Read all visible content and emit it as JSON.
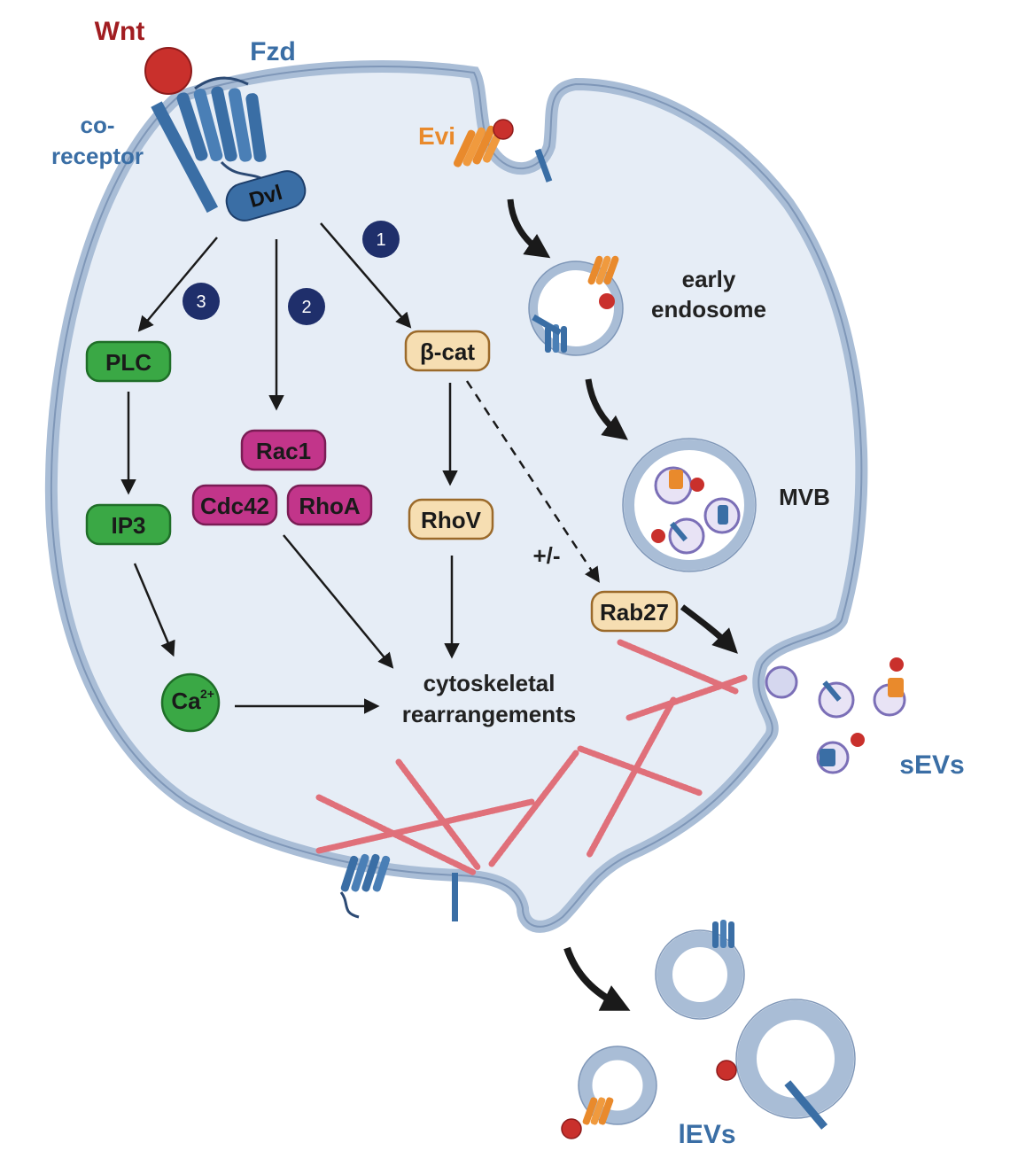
{
  "labels": {
    "wnt": "Wnt",
    "fzd": "Fzd",
    "coreceptor_line1": "co-",
    "coreceptor_line2": "receptor",
    "dvl": "Dvl",
    "evi": "Evi",
    "early_endosome_line1": "early",
    "early_endosome_line2": "endosome",
    "mvb": "MVB",
    "sevs": "sEVs",
    "levs": "lEVs",
    "plus_minus": "+/-",
    "cyto_line1": "cytoskeletal",
    "cyto_line2": "rearrangements"
  },
  "pathway_badges": [
    "1",
    "2",
    "3"
  ],
  "nodes": {
    "plc": "PLC",
    "ip3": "IP3",
    "ca_base": "Ca",
    "ca_sup": "2+",
    "rac1": "Rac1",
    "cdc42": "Cdc42",
    "rhoa": "RhoA",
    "bcat": "β-cat",
    "rhov": "RhoV",
    "rab27": "Rab27"
  },
  "colors": {
    "cell_fill": "#e6edf6",
    "membrane": "#a9bdd6",
    "membrane_edge": "#7f97b8",
    "wnt_red": "#c9302c",
    "fzd_blue": "#3a6ea5",
    "evi_orange": "#e98a2c",
    "green_node": "#3aa845",
    "magenta_node": "#c2358a",
    "beige_node": "#f6deb2",
    "badge_navy": "#1f2f6b",
    "actin": "#e0707a",
    "vesicle_purple": "#7b6fb7"
  }
}
